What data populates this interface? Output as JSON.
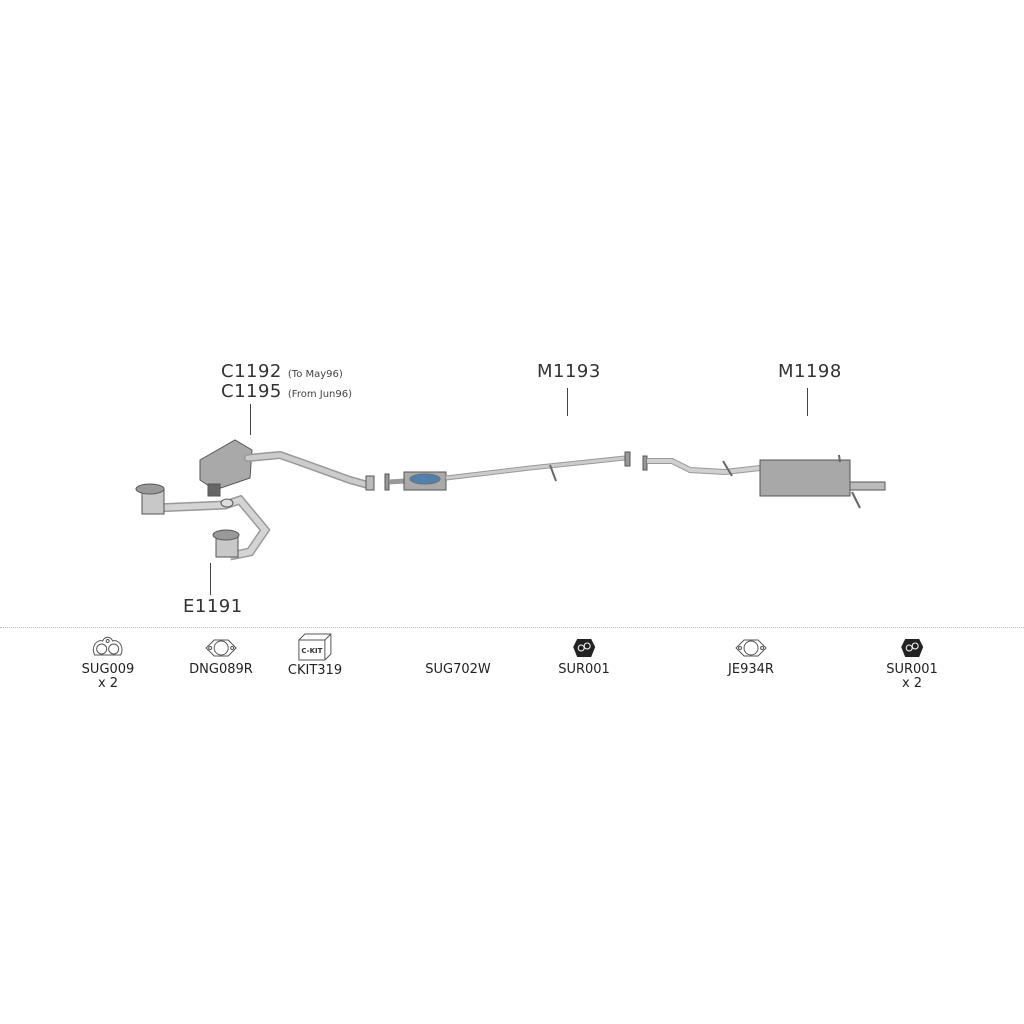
{
  "assemblies": {
    "catalyst": {
      "codes": [
        "C1192",
        "C1195"
      ],
      "notes": [
        "(To May96)",
        "(From Jun96)"
      ]
    },
    "front_pipe": {
      "code": "E1191"
    },
    "centre_silencer": {
      "code": "M1193"
    },
    "rear_silencer": {
      "code": "M1198"
    }
  },
  "parts": [
    {
      "code": "SUG009",
      "qty": "x 2",
      "icon": "gasket-three-bolt-icon"
    },
    {
      "code": "DNG089R",
      "qty": "",
      "icon": "gasket-two-bolt-icon"
    },
    {
      "code": "CKIT319",
      "qty": "",
      "icon": "fitting-kit-box-icon",
      "box_text": "C-KIT"
    },
    {
      "code": "SUG702W",
      "qty": "",
      "icon": ""
    },
    {
      "code": "SUR001",
      "qty": "",
      "icon": "rubber-mount-icon"
    },
    {
      "code": "JE934R",
      "qty": "",
      "icon": "gasket-two-bolt-icon"
    },
    {
      "code": "SUR001",
      "qty": "x 2",
      "icon": "rubber-mount-icon"
    }
  ],
  "colors": {
    "pipe": "#b9b9b9",
    "outline": "#555555",
    "accent": "#2a6fb0"
  }
}
